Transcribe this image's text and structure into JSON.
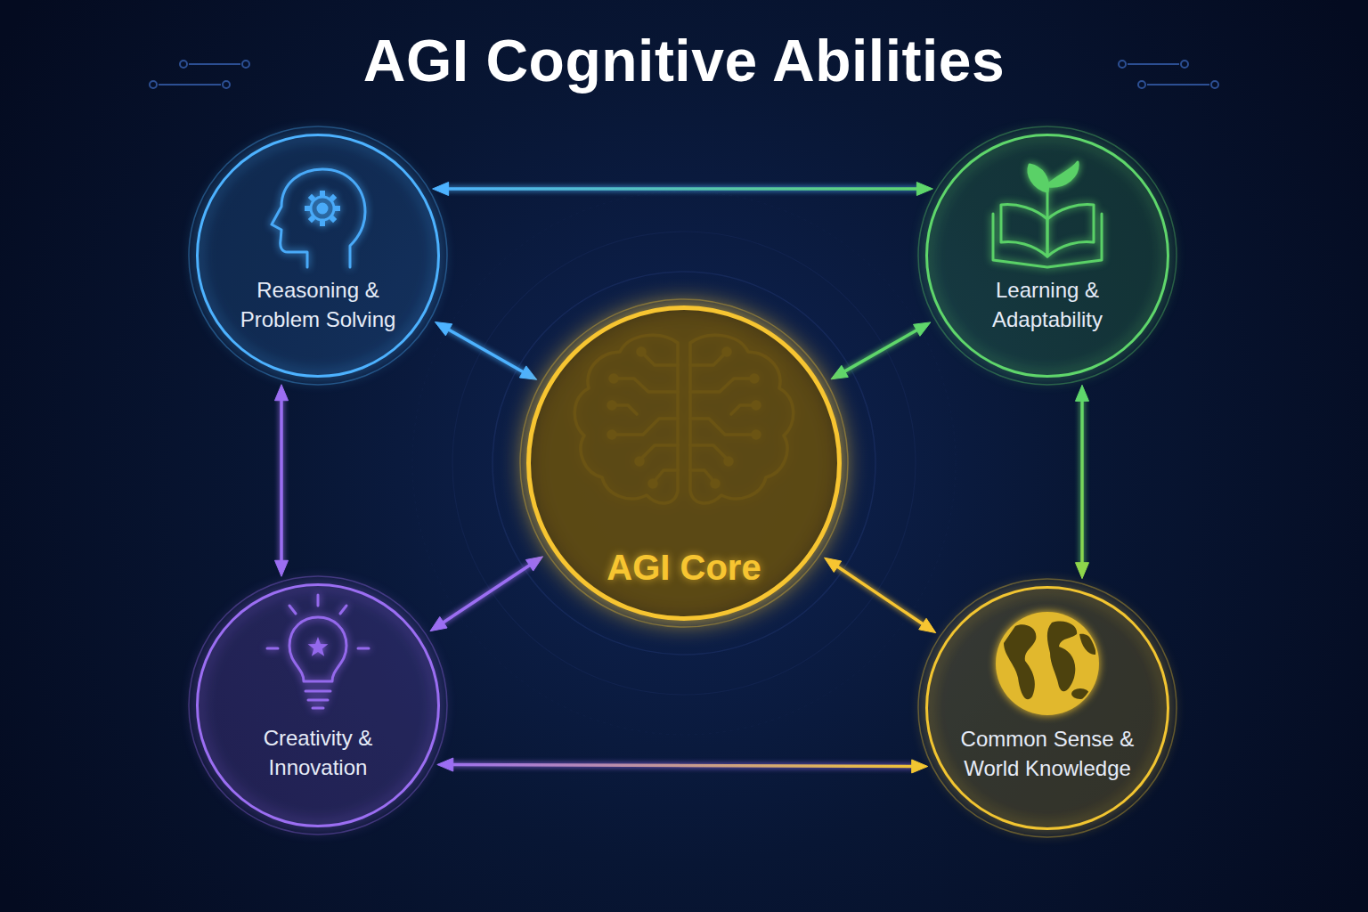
{
  "diagram": {
    "title": "AGI Cognitive Abilities",
    "nodes": [
      {
        "text": [
          "Reasoning & Problem Solving"
        ]
      },
      {
        "text": [
          "Learning & Adaptability"
        ]
      },
      {
        "text": [
          "AGI Core"
        ]
      },
      {
        "text": [
          "Creativity & Innovation"
        ]
      },
      {
        "text": [
          "Common Sense & World Knowledge"
        ]
      }
    ],
    "edges": [
      {
        "from": 0,
        "to": 1,
        "arrow": "both"
      },
      {
        "from": 0,
        "to": 2,
        "arrow": "both"
      },
      {
        "from": 1,
        "to": 2,
        "arrow": "both"
      },
      {
        "from": 0,
        "to": 3,
        "arrow": "both"
      },
      {
        "from": 1,
        "to": 4,
        "arrow": "both"
      },
      {
        "from": 3,
        "to": 2,
        "arrow": "both"
      },
      {
        "from": 2,
        "to": 4,
        "arrow": "both"
      },
      {
        "from": 3,
        "to": 4,
        "arrow": "both"
      }
    ]
  }
}
